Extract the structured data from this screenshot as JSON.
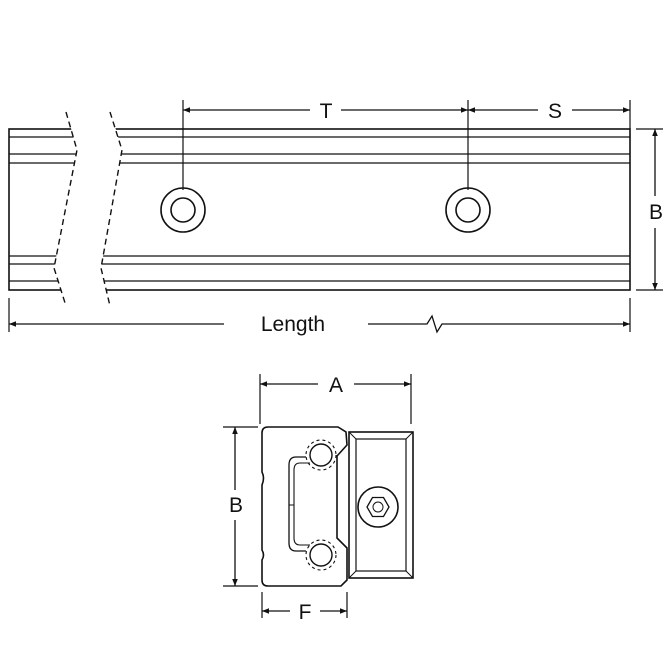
{
  "top_view": {
    "dimensions": {
      "t": "T",
      "s": "S",
      "b": "B",
      "length": "Length"
    }
  },
  "end_view": {
    "dimensions": {
      "a": "A",
      "b": "B",
      "f": "F"
    }
  }
}
